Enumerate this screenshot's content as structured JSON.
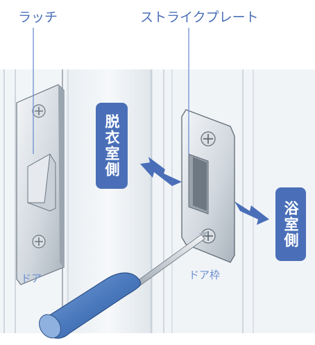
{
  "labels": {
    "latch": "ラッチ",
    "strike_plate": "ストライクプレート",
    "door": "ドア",
    "door_frame": "ドア枠"
  },
  "badges": {
    "dressing_room_side": "脱衣室側",
    "bathroom_side": "浴室側"
  },
  "colors": {
    "accent": "#4a6fb8",
    "leader_line": "#6d8fcf"
  }
}
